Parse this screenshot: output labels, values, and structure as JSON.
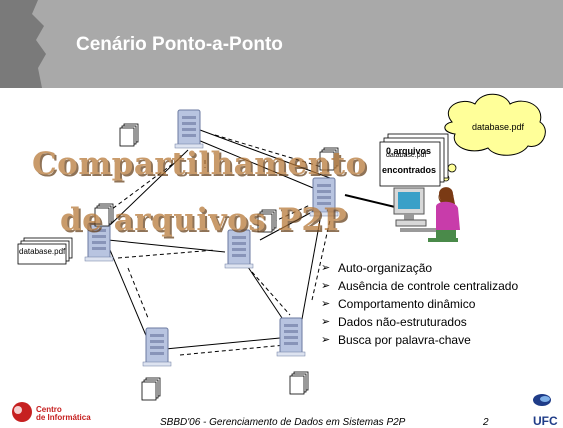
{
  "slide": {
    "title": "Cenário Ponto-a-Ponto",
    "watermark_line1": "Compartilhamento",
    "watermark_line2": "de arquivos P2P",
    "bubble_text": "database.pdf",
    "overlay_small": "database.pdf",
    "result_line1": "0 arquivos",
    "result_line2": "encontrados",
    "left_doc_label": "database.pdf",
    "bullets": [
      "Auto-organização",
      "Ausência de controle centralizado",
      "Comportamento dinâmico",
      "Dados não-estruturados",
      "Busca por palavra-chave"
    ],
    "bullet_marker": "➢",
    "footer": "SBBD'06 - Gerenciamento de Dados em Sistemas P2P",
    "page_number": "2",
    "logo_line1": "Centro",
    "logo_line2": "de Informática",
    "ufc_logo": "UFC",
    "colors": {
      "title_bar": "#a9a9a9",
      "watermark": "#b87a3a",
      "bubble": "#ffff99",
      "server": "#b8c4e0"
    }
  }
}
